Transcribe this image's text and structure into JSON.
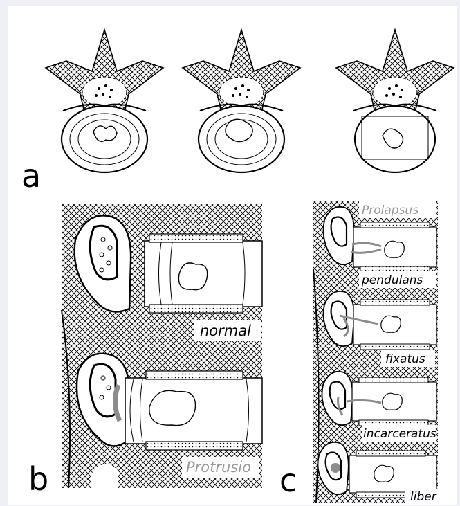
{
  "panels": {
    "a": {
      "letter": "a"
    },
    "b": {
      "letter": "b",
      "labels": {
        "normal": "normal",
        "protrusio": "Protrusio"
      }
    },
    "c": {
      "letter": "c",
      "labels": {
        "prolapsus": "Prolapsus",
        "pendulans": "pendulans",
        "fixatus": "fixatus",
        "incarceratus": "incarceratus",
        "liber": "liber"
      }
    }
  },
  "colors": {
    "ink": "#000000",
    "highlight": "#8c8c8c",
    "frame": "#eef0f5"
  }
}
